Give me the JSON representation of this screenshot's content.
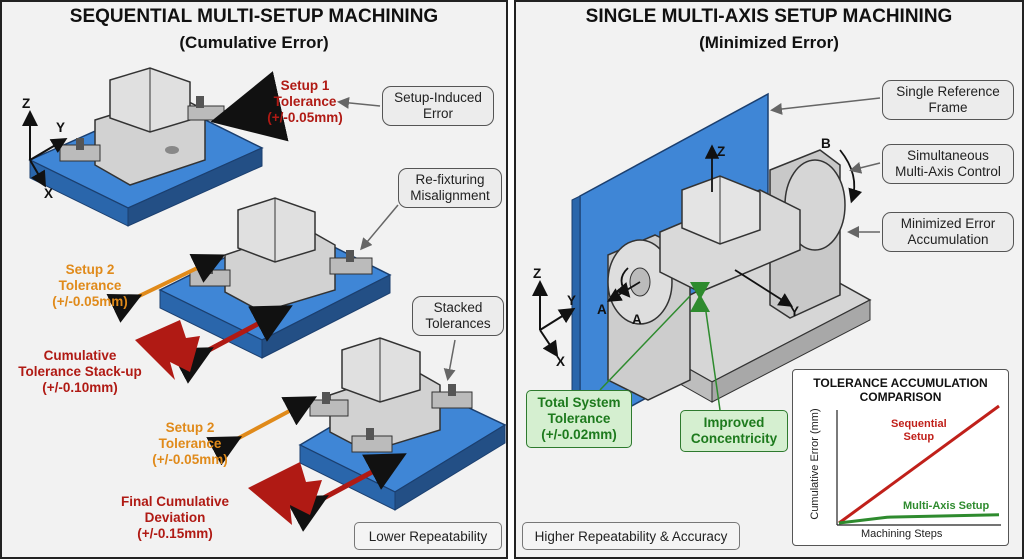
{
  "left": {
    "title": "SEQUENTIAL MULTI-SETUP MACHINING",
    "subtitle": "(Cumulative Error)",
    "axis": {
      "z": "Z",
      "y": "Y",
      "x": "X"
    },
    "setup1": {
      "line1": "Setup 1",
      "line2": "Tolerance",
      "line3": "(+/-0.05mm)"
    },
    "setup_induced": {
      "line1": "Setup-Induced",
      "line2": "Error"
    },
    "refixturing": {
      "line1": "Re-fixturing",
      "line2": "Misalignment"
    },
    "setup2a": {
      "line1": "Setup 2",
      "line2": "Tolerance",
      "line3": "(+/-0.05mm)"
    },
    "stackup": {
      "line1": "Cumulative",
      "line2": "Tolerance Stack-up",
      "line3": "(+/-0.10mm)"
    },
    "stacked": {
      "line1": "Stacked",
      "line2": "Tolerances"
    },
    "setup2b": {
      "line1": "Setup 2",
      "line2": "Tolerance",
      "line3": "(+/-0.05mm)"
    },
    "final": {
      "line1": "Final Cumulative",
      "line2": "Deviation",
      "line3": "(+/-0.15mm)"
    },
    "footer": "Lower Repeatability"
  },
  "right": {
    "title": "SINGLE MULTI-AXIS SETUP MACHINING",
    "subtitle": "(Minimized Error)",
    "callouts": {
      "reference": {
        "line1": "Single Reference",
        "line2": "Frame"
      },
      "simultaneous": {
        "line1": "Simultaneous",
        "line2": "Multi-Axis Control"
      },
      "minimized": {
        "line1": "Minimized Error",
        "line2": "Accumulation"
      }
    },
    "machine_axes": {
      "z": "Z",
      "b": "B",
      "a1": "A",
      "a2": "A",
      "y": "Y"
    },
    "axis": {
      "z": "Z",
      "y": "Y",
      "x": "X"
    },
    "total": {
      "line1": "Total System",
      "line2": "Tolerance",
      "line3": "(+/-0.02mm)"
    },
    "concentricity": {
      "line1": "Improved",
      "line2": "Concentricity"
    },
    "footer": "Higher Repeatability & Accuracy"
  },
  "chart_data": {
    "type": "line",
    "title": "TOLERANCE ACCUMULATION COMPARISON",
    "title_line1": "TOLERANCE ACCUMULATION",
    "title_line2": "COMPARISON",
    "xlabel": "Machining Steps",
    "ylabel": "Cumulative Error (mm)",
    "series": [
      {
        "name": "Sequential Setup",
        "label_line1": "Sequential",
        "label_line2": "Setup",
        "color": "#c0201a",
        "x": [
          0,
          1
        ],
        "y": [
          0,
          1
        ]
      },
      {
        "name": "Multi-Axis Setup",
        "label_line1": "Multi-Axis Setup",
        "color": "#2e8b2e",
        "x": [
          0,
          0.3,
          1
        ],
        "y": [
          0,
          0.05,
          0.07
        ]
      }
    ]
  },
  "colors": {
    "plate": "#3f86d6",
    "red": "#b01a14",
    "orange": "#e08a1a",
    "green": "#2e8b2e",
    "metal": "#cfcfcf"
  }
}
